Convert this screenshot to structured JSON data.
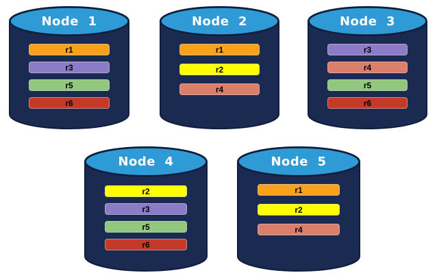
{
  "palette": {
    "background": "#FFFFFF",
    "cylinder_body": "#1B2A50",
    "cylinder_top": "#2E9AD6",
    "cylinder_outline": "#0F1E3C",
    "title_text": "#FFFFFF",
    "replica_label_text": "#000000"
  },
  "nodes": [
    {
      "title": "Node  1",
      "replicas": [
        {
          "label": "r1",
          "color": "#F9A11B"
        },
        {
          "label": "r3",
          "color": "#8C7BC6"
        },
        {
          "label": "r5",
          "color": "#92C87E"
        },
        {
          "label": "r6",
          "color": "#C43A27"
        }
      ]
    },
    {
      "title": "Node  2",
      "replicas": [
        {
          "label": "r1",
          "color": "#F9A11B"
        },
        {
          "label": "r2",
          "color": "#FFFF00"
        },
        {
          "label": "r4",
          "color": "#DB7E6C"
        }
      ]
    },
    {
      "title": "Node  3",
      "replicas": [
        {
          "label": "r3",
          "color": "#8C7BC6"
        },
        {
          "label": "r4",
          "color": "#DB7E6C"
        },
        {
          "label": "r5",
          "color": "#92C87E"
        },
        {
          "label": "r6",
          "color": "#C43A27"
        }
      ]
    },
    {
      "title": "Node  4",
      "replicas": [
        {
          "label": "r2",
          "color": "#FFFF00"
        },
        {
          "label": "r3",
          "color": "#8C7BC6"
        },
        {
          "label": "r5",
          "color": "#92C87E"
        },
        {
          "label": "r6",
          "color": "#C43A27"
        }
      ]
    },
    {
      "title": "Node  5",
      "replicas": [
        {
          "label": "r1",
          "color": "#F9A11B"
        },
        {
          "label": "r2",
          "color": "#FFFF00"
        },
        {
          "label": "r4",
          "color": "#DB7E6C"
        }
      ]
    }
  ]
}
